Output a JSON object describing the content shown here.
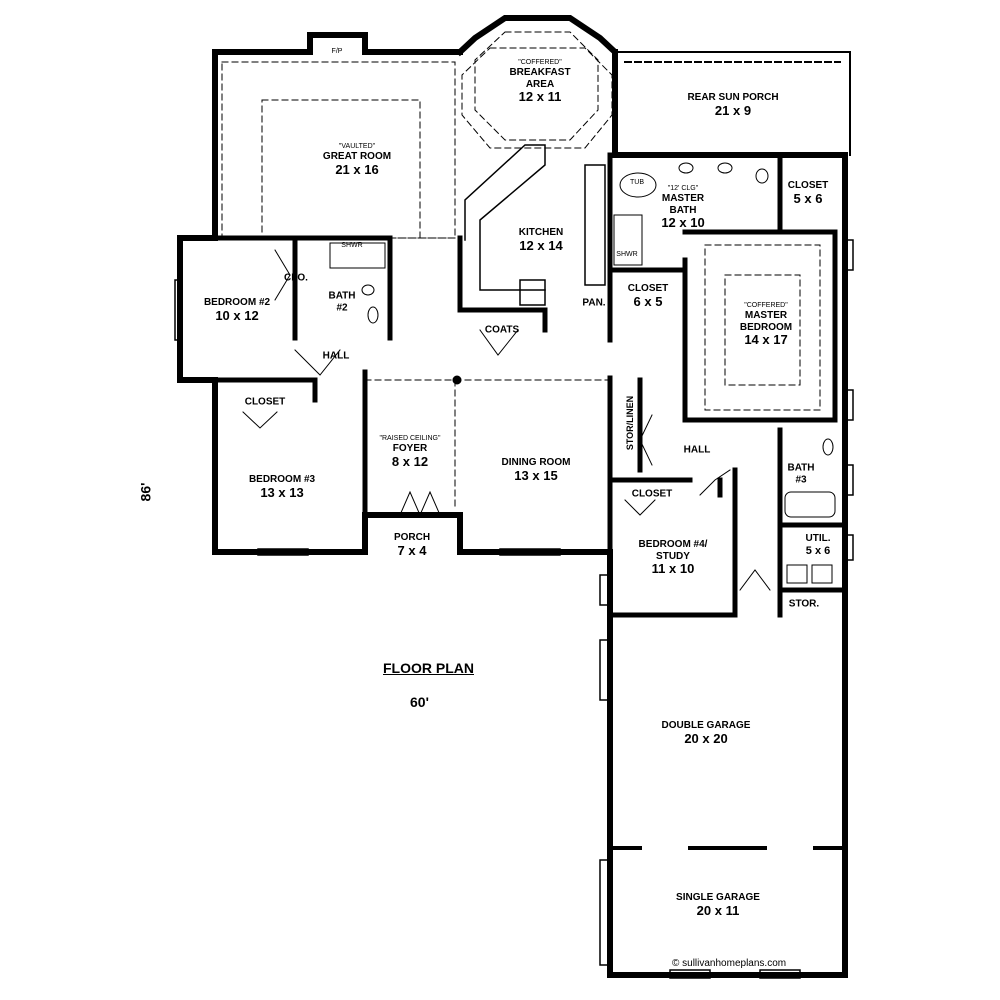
{
  "plan": {
    "title": "FLOOR PLAN",
    "width_dim": "60'",
    "depth_dim": "86'",
    "copyright": "© sullivanhomeplans.com"
  },
  "rooms": {
    "fireplace": {
      "name": "F/P"
    },
    "breakfast": {
      "note": "\"COFFERED\"",
      "name": "BREAKFAST AREA",
      "dim": "12 x 11"
    },
    "sun_porch": {
      "name": "REAR SUN PORCH",
      "dim": "21 x 9"
    },
    "great_room": {
      "note": "\"VAULTED\"",
      "name": "GREAT ROOM",
      "dim": "21 x 16"
    },
    "kitchen": {
      "name": "KITCHEN",
      "dim": "12 x 14"
    },
    "master_bath": {
      "note": "\"12' CLG\"",
      "name": "MASTER BATH",
      "dim": "12 x 10",
      "tub": "TUB",
      "shower": "SHWR"
    },
    "closet_5x6": {
      "name": "CLOSET",
      "dim": "5 x 6"
    },
    "closet_6x5": {
      "name": "CLOSET",
      "dim": "6 x 5"
    },
    "pantry": {
      "name": "PAN."
    },
    "master_bedroom": {
      "note": "\"COFFERED\"",
      "name": "MASTER BEDROOM",
      "dim": "14 x 17"
    },
    "bedroom2": {
      "name": "BEDROOM #2",
      "dim": "10 x 12"
    },
    "clo": {
      "name": "CLO."
    },
    "bath2": {
      "name": "BATH #2",
      "shower": "SHWR"
    },
    "hall_left": {
      "name": "HALL"
    },
    "coats": {
      "name": "COATS"
    },
    "closet_bed3": {
      "name": "CLOSET"
    },
    "bedroom3": {
      "name": "BEDROOM #3",
      "dim": "13 x 13"
    },
    "foyer": {
      "note": "\"RAISED CEILING\"",
      "name": "FOYER",
      "dim": "8 x 12"
    },
    "dining": {
      "name": "DINING ROOM",
      "dim": "13 x 15"
    },
    "porch": {
      "name": "PORCH",
      "dim": "7 x 4"
    },
    "stor_linen": {
      "name": "STOR/LINEN"
    },
    "hall_right": {
      "name": "HALL"
    },
    "closet_bed4": {
      "name": "CLOSET"
    },
    "bedroom4": {
      "name": "BEDROOM #4/ STUDY",
      "dim": "11 x 10"
    },
    "bath3": {
      "name": "BATH #3"
    },
    "util": {
      "name": "UTIL.",
      "dim": "5 x 6"
    },
    "stor": {
      "name": "STOR."
    },
    "double_garage": {
      "name": "DOUBLE GARAGE",
      "dim": "20 x 20"
    },
    "single_garage": {
      "name": "SINGLE GARAGE",
      "dim": "20 x 11"
    }
  },
  "colors": {
    "wall": "#000000",
    "background": "#ffffff"
  }
}
